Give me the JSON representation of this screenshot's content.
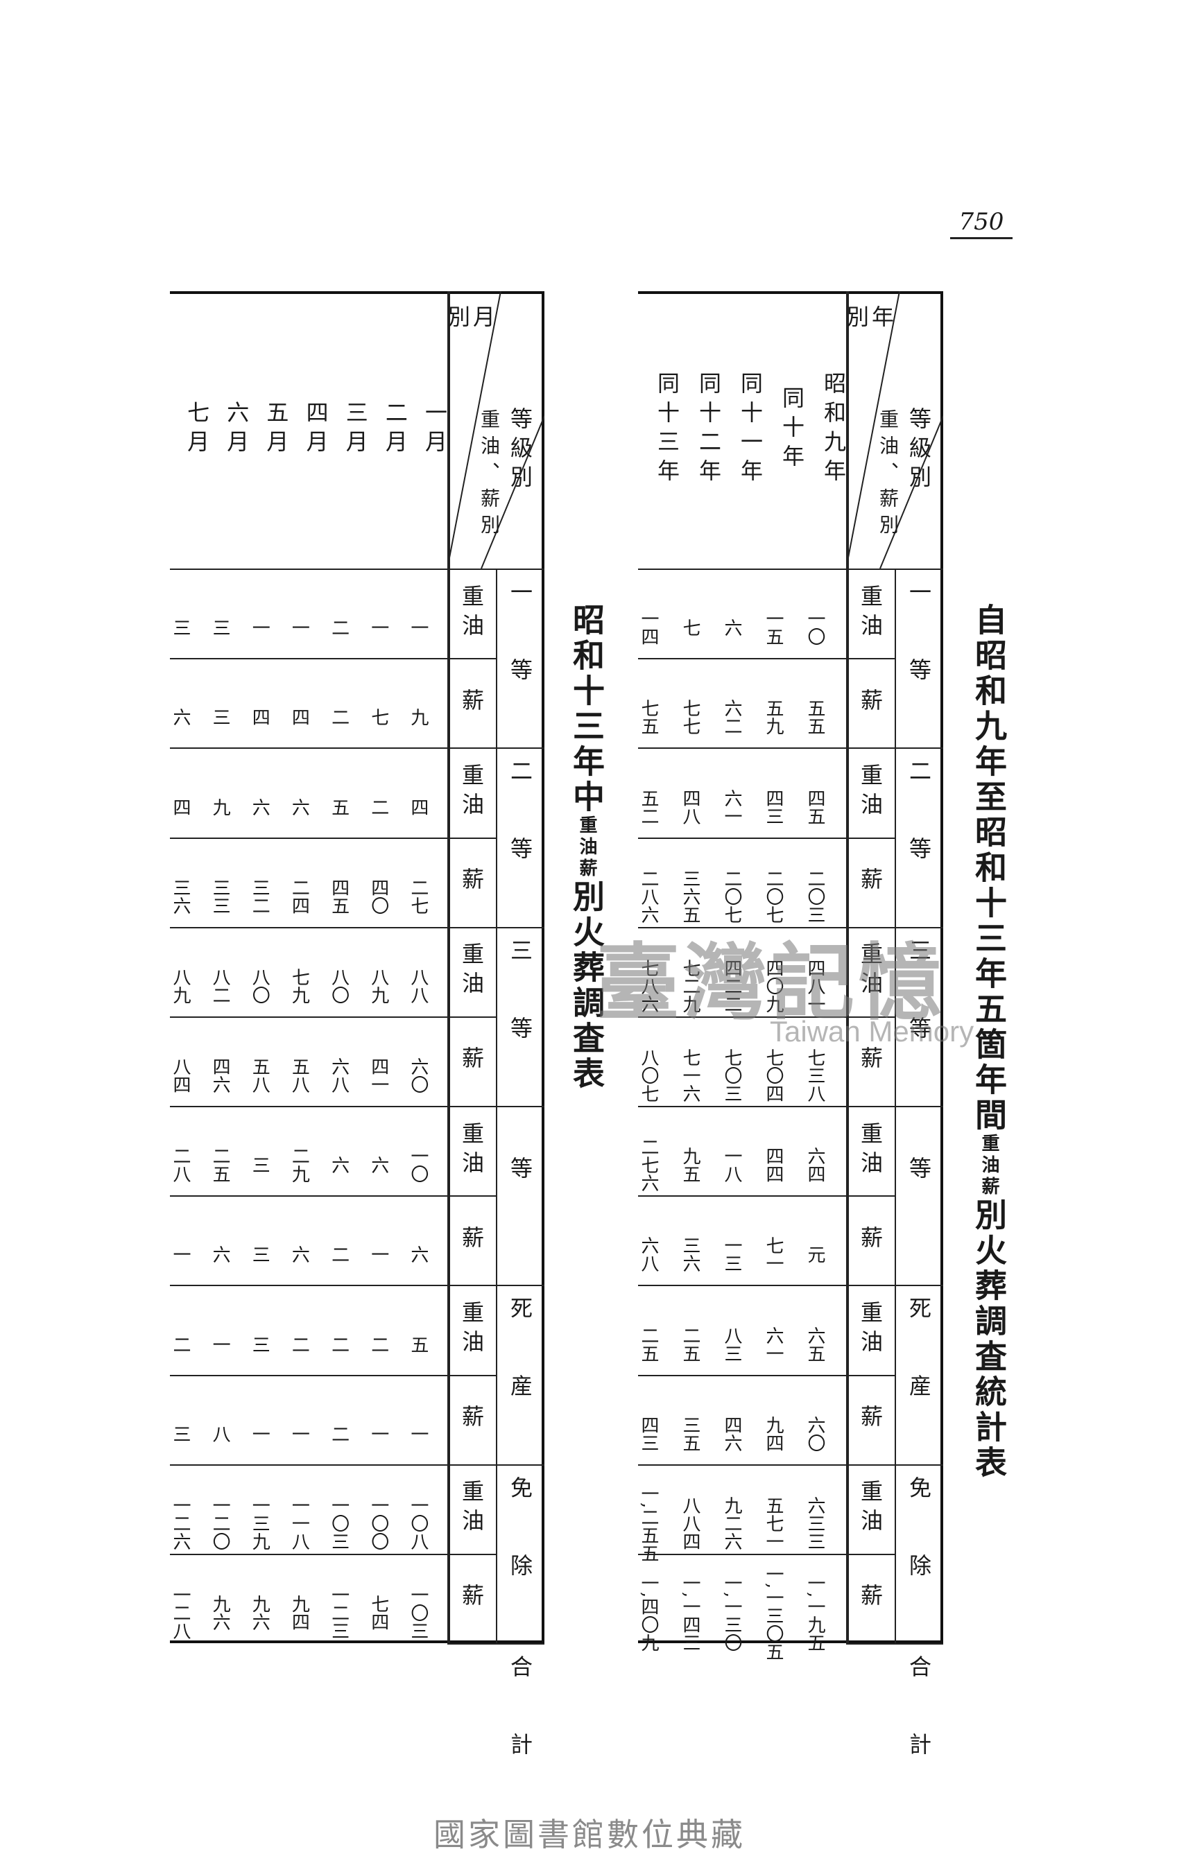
{
  "page_number": "750",
  "title_main": {
    "part1": "自昭和九年至昭和十三年五箇年間",
    "small": "重油薪",
    "part2": "別火葬調査統計表"
  },
  "title_sub": {
    "part1": "昭和十三年中",
    "small": "重油薪",
    "part2": "別火葬調査表"
  },
  "header": {
    "grade_label": "等級別",
    "fuel_label": "重油、薪別",
    "year_label": "年別",
    "month_label": "月別",
    "grades": [
      "一等",
      "二等",
      "三等",
      "等",
      "死産",
      "免除",
      "合計"
    ],
    "fuels": [
      "重油",
      "薪"
    ]
  },
  "annual_table": {
    "years": [
      "昭和九年",
      "同十年",
      "同十一年",
      "同十二年",
      "同十三年"
    ],
    "rows": [
      [
        "一〇",
        "五五",
        "四五",
        "二〇三",
        "四八一",
        "七三八",
        "六四",
        "元",
        "六五",
        "六〇",
        "六三三",
        "一,一九五"
      ],
      [
        "一五",
        "五九",
        "四三",
        "二〇七",
        "四〇九",
        "七〇四",
        "四四",
        "七一",
        "六一",
        "九四",
        "五七一",
        "一,一三〇五"
      ],
      [
        "六",
        "六二",
        "六一",
        "二〇七",
        "四二二",
        "七〇三",
        "一八",
        "一三",
        "八三",
        "四六",
        "九二六",
        "一,一三〇"
      ],
      [
        "七",
        "七七",
        "四八",
        "三六五",
        "七二九",
        "七一六",
        "九五",
        "三六",
        "二五",
        "三五",
        "八八四",
        "一,一四三"
      ],
      [
        "一四",
        "七五",
        "五二",
        "二八六",
        "七八六",
        "八〇七",
        "二七六",
        "六八",
        "二五",
        "四三",
        "一,二五五",
        "一,四〇九"
      ]
    ]
  },
  "monthly_table": {
    "months": [
      "一月",
      "二月",
      "三月",
      "四月",
      "五月",
      "六月",
      "七月"
    ],
    "rows": [
      [
        "一",
        "九",
        "四",
        "二七",
        "八八",
        "六〇",
        "一〇",
        "六",
        "五",
        "一",
        "一〇八",
        "一〇三"
      ],
      [
        "一",
        "七",
        "二",
        "四〇",
        "八九",
        "四一",
        "六",
        "一",
        "二",
        "一",
        "一〇〇",
        "七四"
      ],
      [
        "二",
        "二",
        "五",
        "四五",
        "八〇",
        "六八",
        "六",
        "二",
        "二",
        "二",
        "一〇三",
        "一二三"
      ],
      [
        "一",
        "四",
        "六",
        "二四",
        "七九",
        "五八",
        "二九",
        "六",
        "二",
        "一",
        "一一八",
        "九四"
      ],
      [
        "一",
        "四",
        "六",
        "三二",
        "八〇",
        "五八",
        "三",
        "三",
        "三",
        "一",
        "一三九",
        "九六"
      ],
      [
        "三",
        "三",
        "九",
        "三三",
        "八二",
        "四六",
        "二五",
        "六",
        "一",
        "八",
        "一二〇",
        "九六"
      ],
      [
        "三",
        "六",
        "四",
        "三六",
        "八九",
        "八四",
        "二八",
        "一",
        "二",
        "三",
        "一二六",
        "一二八"
      ]
    ]
  },
  "watermark": {
    "cjk": "臺灣記憶",
    "en": "Taiwan Memory"
  },
  "footer": "國家圖書館數位典藏"
}
